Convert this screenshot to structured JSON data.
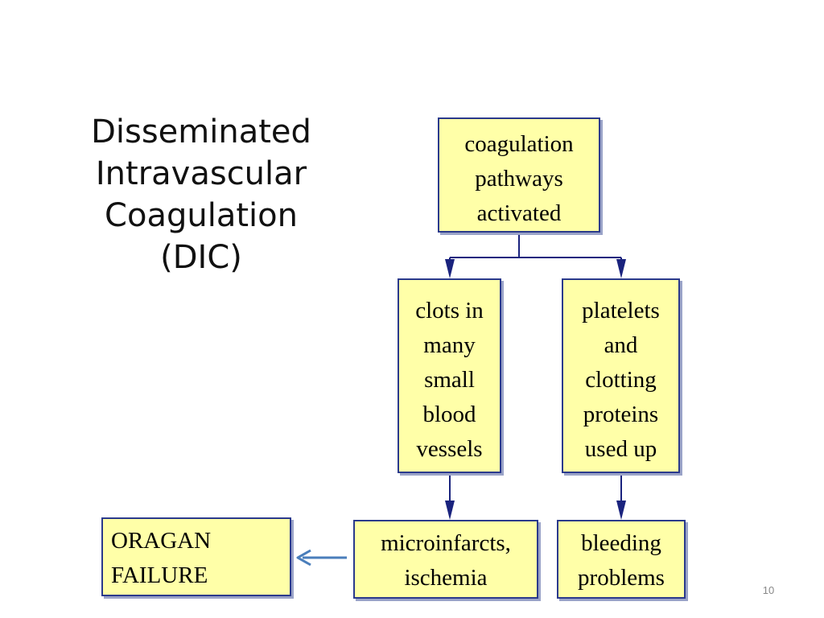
{
  "title": {
    "lines": [
      "Disseminated",
      "Intravascular",
      "Coagulation",
      "(DIC)"
    ]
  },
  "boxes": {
    "coagulation": {
      "lines": [
        "coagulation",
        "pathways",
        "activated"
      ]
    },
    "clots": {
      "lines": [
        "clots in",
        "many",
        "small",
        "blood",
        "vessels"
      ]
    },
    "platelets": {
      "lines": [
        "platelets",
        "and",
        "clotting",
        "proteins",
        "used up"
      ]
    },
    "microinfarcts": {
      "lines": [
        "microinfarcts,",
        "ischemia"
      ]
    },
    "bleeding": {
      "lines": [
        "bleeding",
        "problems"
      ]
    },
    "organ_failure": {
      "lines": [
        "ORAGAN",
        "FAILURE"
      ]
    }
  },
  "page_number": "10",
  "colors": {
    "box_fill": "#ffffa8",
    "box_border": "#2b3a8c",
    "arrow_dark": "#1a237e",
    "arrow_light": "#4a7ebb"
  }
}
